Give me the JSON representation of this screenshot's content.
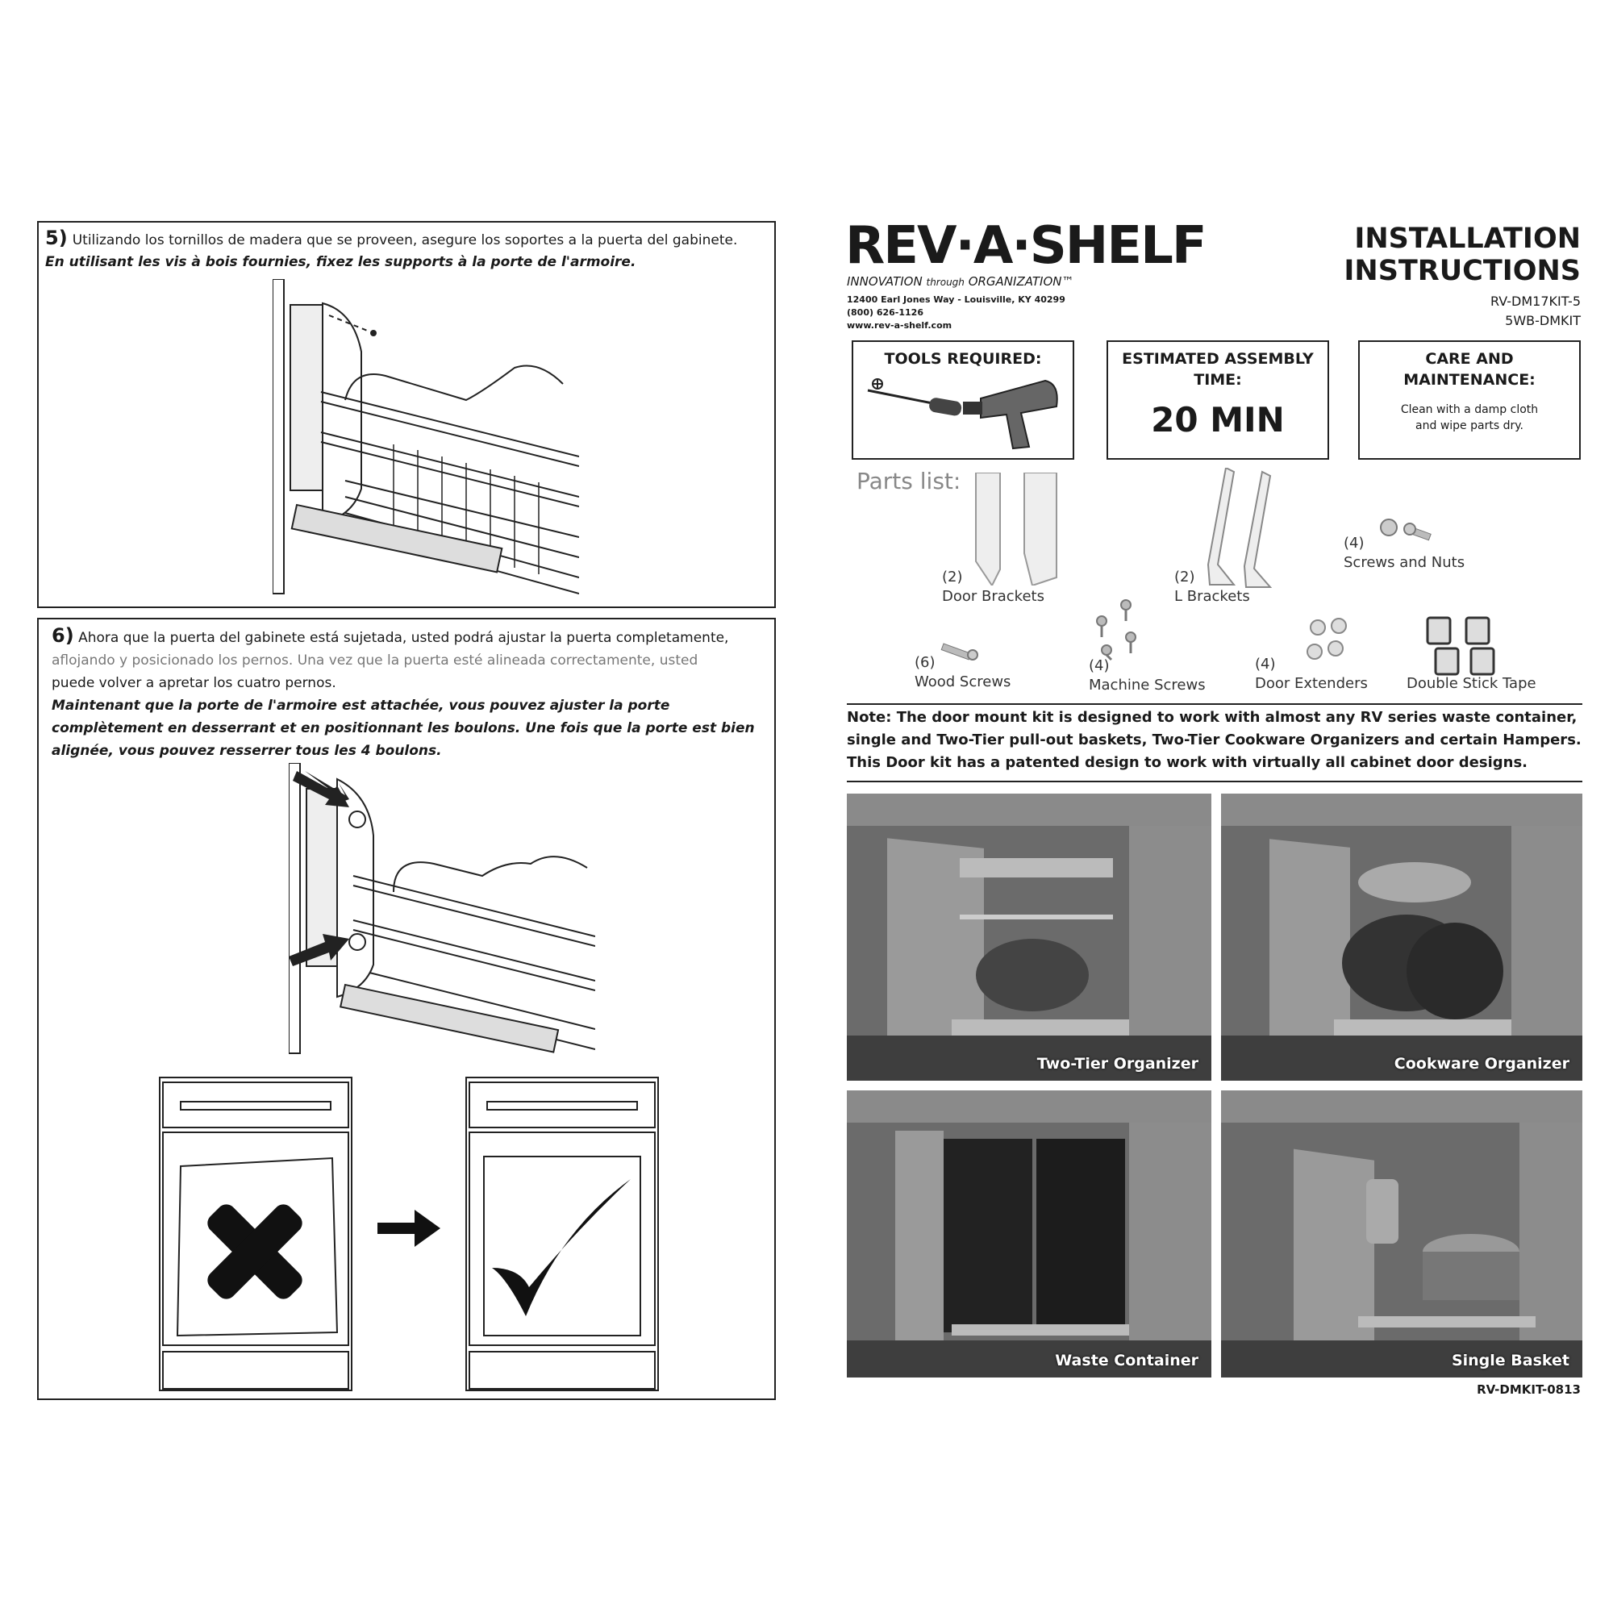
{
  "left": {
    "step5": {
      "num": "5)",
      "spanish": "Utilizando los tornillos de madera que se proveen, asegure los soportes a la puerta del gabinete.",
      "french": "En utilisant les vis à bois fournies, fixez les supports à la porte de l'armoire."
    },
    "step6": {
      "num": "6)",
      "spanish_line1": "Ahora que la puerta del gabinete está sujetada, usted podrá ajustar la puerta completamente,",
      "spanish_line2": "aflojando y posicionado los pernos. Una vez que la puerta esté alineada correctamente, usted",
      "spanish_line3": "puede volver a apretar los cuatro pernos.",
      "french_line1": "Maintenant que la porte de l'armoire est attachée, vous pouvez ajuster la porte",
      "french_line2": "complètement en desserrant et en positionnant les boulons. Une fois que la porte est bien",
      "french_line3": "alignée, vous pouvez resserrer tous les 4 boulons."
    }
  },
  "right": {
    "logo": "REV·A·SHELF",
    "tagline_a": "INNOVATION",
    "tagline_b": "through",
    "tagline_c": "ORGANIZATION™",
    "address": "12400 Earl Jones Way - Louisville, KY 40299",
    "phone": "(800) 626-1126",
    "web": "www.rev-a-shelf.com",
    "title_line1": "INSTALLATION",
    "title_line2": "INSTRUCTIONS",
    "model1": "RV-DM17KIT-5",
    "model2": "5WB-DMKIT",
    "tools_title": "TOOLS REQUIRED:",
    "time_title": "ESTIMATED ASSEMBLY TIME:",
    "time_value": "20 MIN",
    "care_title": "CARE AND MAINTENANCE:",
    "care_text": "Clean with a damp cloth and wipe parts dry.",
    "parts_title": "Parts list:",
    "parts": [
      {
        "qty": "(2)",
        "name": "Door Brackets"
      },
      {
        "qty": "(2)",
        "name": "L Brackets"
      },
      {
        "qty": "(4)",
        "name": "Screws and Nuts"
      },
      {
        "qty": "(6)",
        "name": "Wood Screws"
      },
      {
        "qty": "(4)",
        "name": "Machine Screws"
      },
      {
        "qty": "(4)",
        "name": "Door Extenders"
      },
      {
        "qty": "",
        "name": "Double Stick Tape"
      }
    ],
    "note_line1": "Note: The door mount kit is designed to work with almost any RV series waste container,",
    "note_line2": "single and Two-Tier pull-out baskets, Two-Tier Cookware Organizers and certain Hampers.",
    "note_line3": "This Door kit has a patented design to work with virtually all cabinet door designs.",
    "photos": [
      "Two-Tier Organizer",
      "Cookware Organizer",
      "Waste Container",
      "Single Basket"
    ],
    "footer_code": "RV-DMKIT-0813"
  }
}
